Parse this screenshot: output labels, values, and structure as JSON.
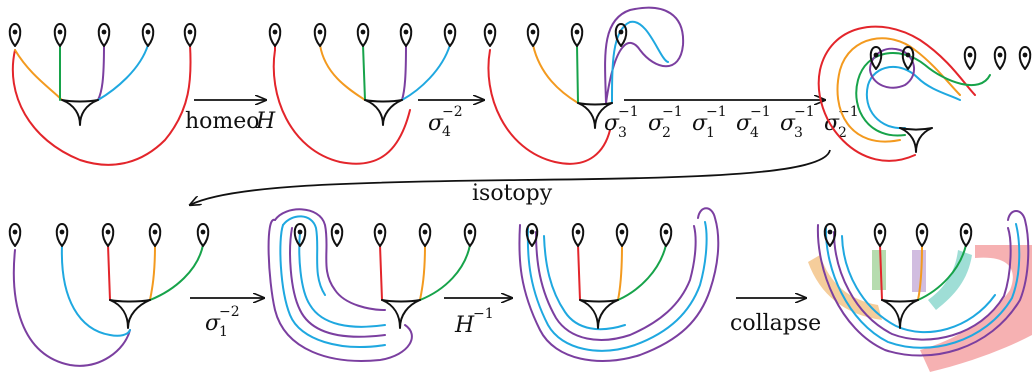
{
  "colors": {
    "red": "#e3252b",
    "orange": "#f39a1f",
    "green": "#17a34a",
    "purple": "#7b3fa0",
    "blue": "#1fa8e0",
    "black": "#111111",
    "shade_orange": "#f3c48a",
    "shade_green": "#a9d6a1",
    "shade_purple": "#c9b2db",
    "shade_teal": "#8ed8cf",
    "shade_red": "#f4a3a4"
  },
  "labels": {
    "homeo": "homeo",
    "H": "H",
    "sigma": "σ",
    "s4_sub": "4",
    "s4_sup": "−2",
    "word_subs": [
      "3",
      "2",
      "1",
      "4",
      "3",
      "2"
    ],
    "inv_sup": "−1",
    "isotopy": "isotopy",
    "s1_sub": "1",
    "s1_sup": "−2",
    "H_inv_sup": "−1",
    "collapse": "collapse"
  }
}
